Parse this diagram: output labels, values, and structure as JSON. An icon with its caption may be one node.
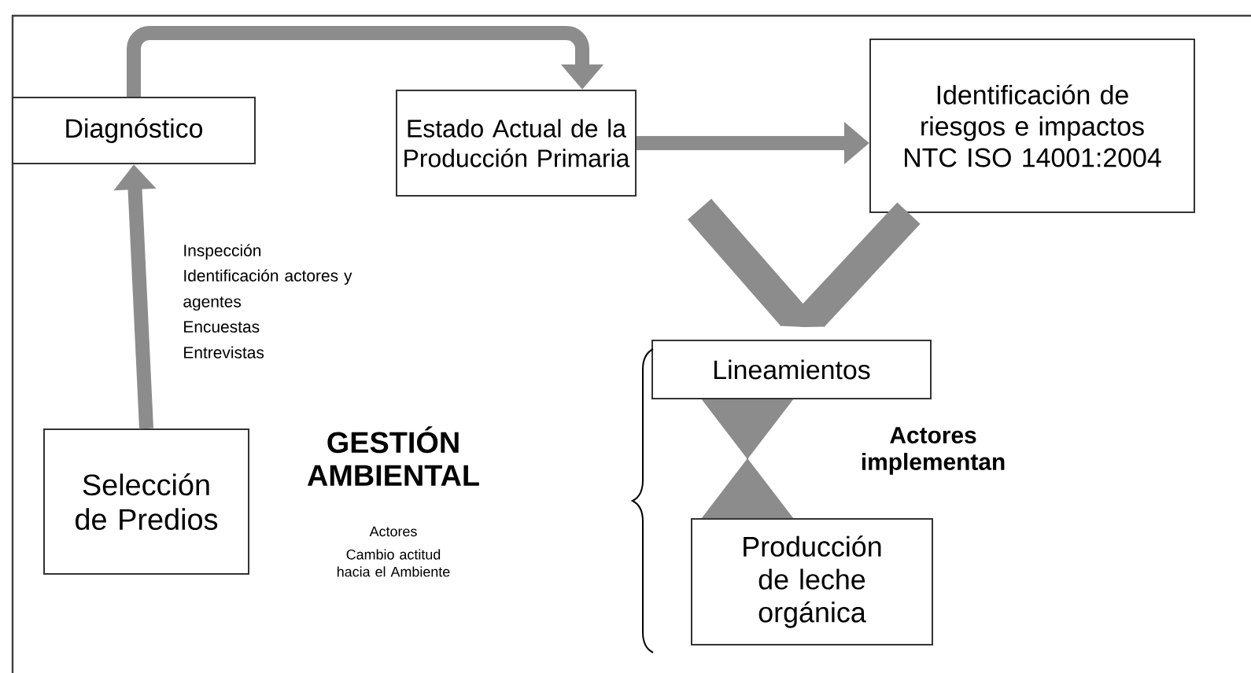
{
  "diagram": {
    "nodes": [
      {
        "text": [
          "Diagnóstico"
        ]
      },
      {
        "text": [
          "Estado Actual de la Producción Primaria"
        ]
      },
      {
        "text": [
          "Identificación de riesgos e impactos NTC ISO 14001:2004"
        ]
      },
      {
        "text": [
          "Lineamientos"
        ]
      },
      {
        "text": [
          "Selección de Predios"
        ]
      },
      {
        "text": [
          "Producción de leche orgánica"
        ]
      }
    ],
    "edges": [
      {
        "from": 4,
        "to": 0,
        "arrow": "to"
      },
      {
        "from": 0,
        "to": 1,
        "arrow": "to"
      },
      {
        "from": 1,
        "to": 2,
        "arrow": "to"
      },
      {
        "from": 1,
        "to": 3,
        "arrow": "to",
        "style": "thick"
      },
      {
        "from": 2,
        "to": 3,
        "arrow": "to",
        "style": "thick"
      },
      {
        "from": 3,
        "to": 5,
        "arrow": "both",
        "label": "Actores implementan"
      }
    ],
    "labels": [
      "Inspección",
      "Identificación actores y agentes",
      "Encuestas",
      "Entrevistas",
      "GESTIÓN AMBIENTAL",
      "Actores",
      "Cambio actitud hacia el Ambiente"
    ]
  }
}
